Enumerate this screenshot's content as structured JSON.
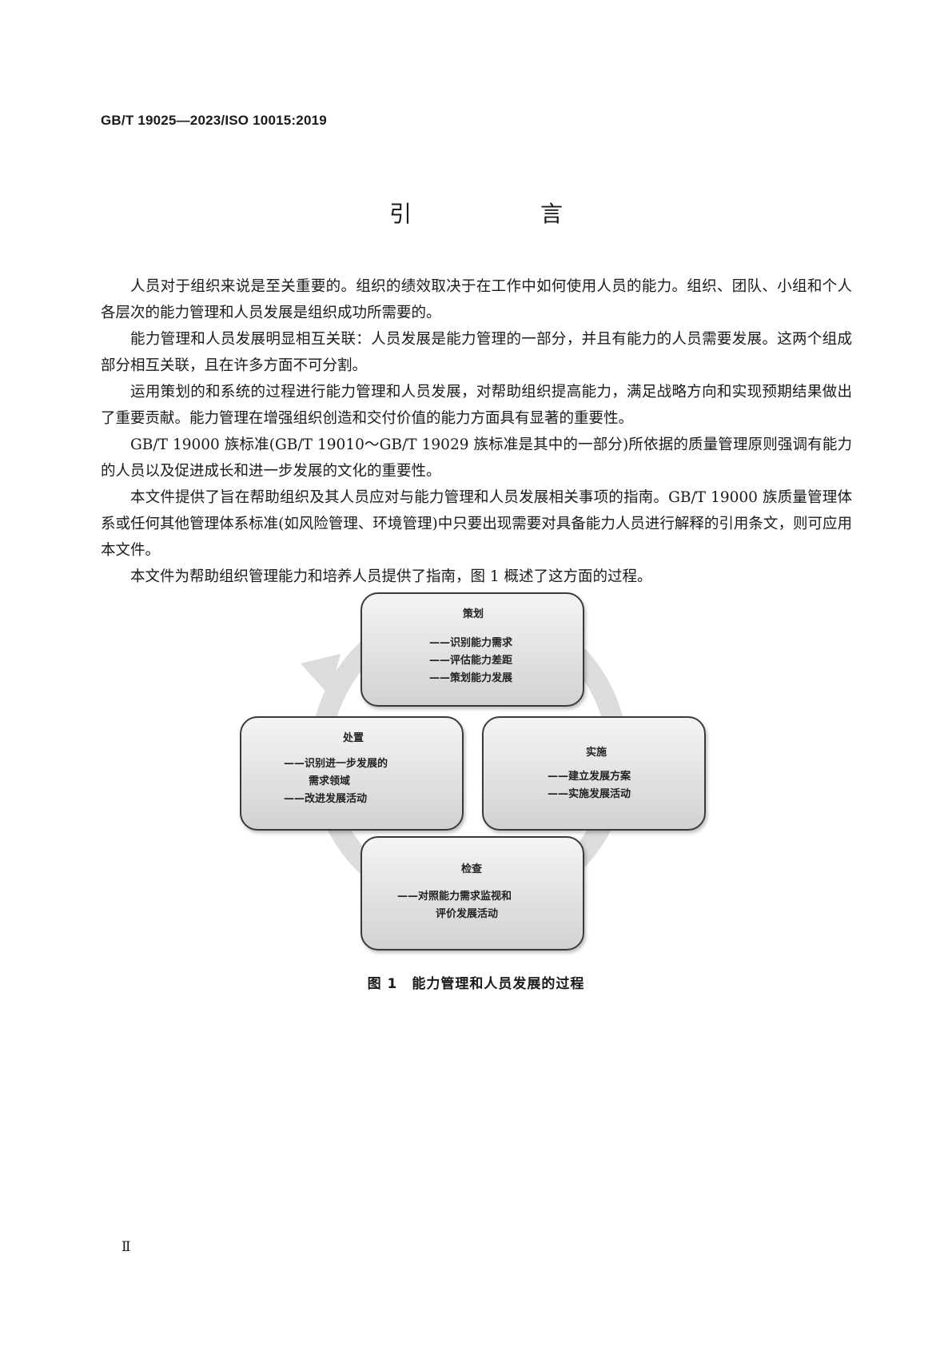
{
  "header": {
    "standard_code": "GB/T 19025—2023/ISO 10015:2019"
  },
  "title": "引 言",
  "paragraphs": [
    "人员对于组织来说是至关重要的。组织的绩效取决于在工作中如何使用人员的能力。组织、团队、小组和个人各层次的能力管理和人员发展是组织成功所需要的。",
    "能力管理和人员发展明显相互关联：人员发展是能力管理的一部分，并且有能力的人员需要发展。这两个组成部分相互关联，且在许多方面不可分割。",
    "运用策划的和系统的过程进行能力管理和人员发展，对帮助组织提高能力，满足战略方向和实现预期结果做出了重要贡献。能力管理在增强组织创造和交付价值的能力方面具有显著的重要性。",
    "GB/T 19000 族标准(GB/T 19010～GB/T 19029 族标准是其中的一部分)所依据的质量管理原则强调有能力的人员以及促进成长和进一步发展的文化的重要性。",
    "本文件提供了旨在帮助组织及其人员应对与能力管理和人员发展相关事项的指南。GB/T 19000 族质量管理体系或任何其他管理体系标准(如风险管理、环境管理)中只要出现需要对具备能力人员进行解释的引用条文，则可应用本文件。",
    "本文件为帮助组织管理能力和培养人员提供了指南，图 1 概述了这方面的过程。"
  ],
  "figure": {
    "plan": {
      "title": "策划",
      "items": [
        "——识别能力需求",
        "——评估能力差距",
        "——策划能力发展"
      ]
    },
    "do": {
      "title": "实施",
      "items": [
        "——建立发展方案",
        "——实施发展活动"
      ]
    },
    "check": {
      "title": "检查",
      "items": [
        "——对照能力需求监视和",
        "评价发展活动"
      ]
    },
    "act": {
      "title": "处置",
      "items": [
        "——识别进一步发展的",
        "需求领域",
        "——改进发展活动"
      ]
    },
    "caption": "图 1　能力管理和人员发展的过程"
  },
  "footer": {
    "page_number": "Ⅱ"
  }
}
